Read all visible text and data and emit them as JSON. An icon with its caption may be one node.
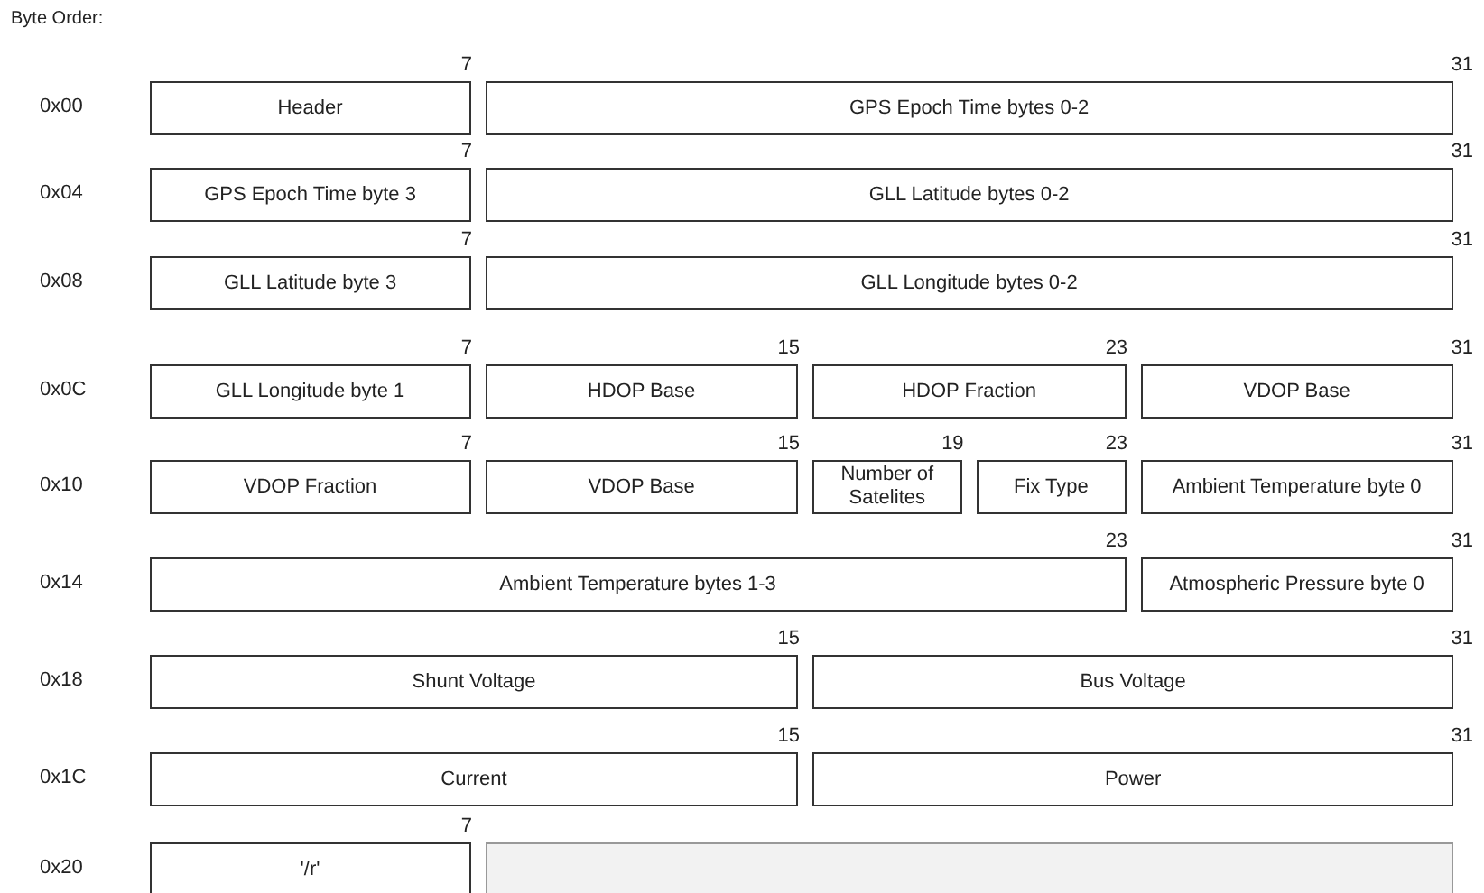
{
  "diagram": {
    "nodes": [
      {
        "text": [
          "Header"
        ]
      },
      {
        "text": [
          "GPS Epoch Time bytes 0-2"
        ]
      },
      {
        "text": [
          "GPS Epoch Time byte 3"
        ]
      },
      {
        "text": [
          "GLL Latitude bytes 0-2"
        ]
      },
      {
        "text": [
          "GLL Latitude byte 3"
        ]
      },
      {
        "text": [
          "GLL Longitude bytes 0-2"
        ]
      },
      {
        "text": [
          "GLL Longitude byte 1"
        ]
      },
      {
        "text": [
          "HDOP Base"
        ]
      },
      {
        "text": [
          "HDOP Fraction"
        ]
      },
      {
        "text": [
          "VDOP Base"
        ]
      },
      {
        "text": [
          "VDOP Fraction"
        ]
      },
      {
        "text": [
          "VDOP Base"
        ]
      },
      {
        "text": [
          "Number of Satelites"
        ]
      },
      {
        "text": [
          "Fix Type"
        ]
      },
      {
        "text": [
          "Ambient Temperature byte 0"
        ]
      },
      {
        "text": [
          "Ambient Temperature bytes 1-3"
        ]
      },
      {
        "text": [
          "Atmospheric Pressure byte 0"
        ]
      },
      {
        "text": [
          "Shunt Voltage"
        ]
      },
      {
        "text": [
          "Bus Voltage"
        ]
      },
      {
        "text": [
          "Current"
        ]
      },
      {
        "text": [
          "Power"
        ]
      },
      {
        "text": [
          "'/r'"
        ]
      },
      {
        "text": [],
        "shape": "box"
      }
    ],
    "labels": [
      "Byte Order:",
      "7",
      "31",
      "0x00",
      "7",
      "31",
      "0x04",
      "7",
      "31",
      "0x08",
      "7",
      "15",
      "23",
      "31",
      "0x0C",
      "7",
      "15",
      "19",
      "23",
      "31",
      "0x10",
      "23",
      "31",
      "0x14",
      "15",
      "31",
      "0x18",
      "15",
      "31",
      "0x1C",
      "7",
      "0x20"
    ]
  }
}
